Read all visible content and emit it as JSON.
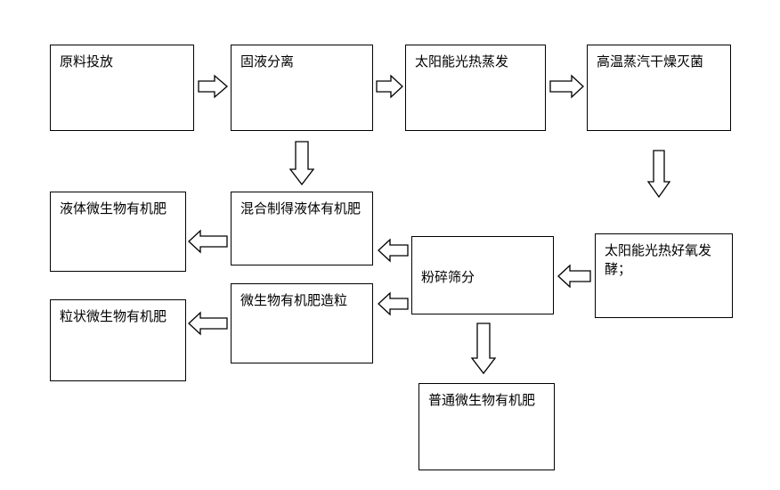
{
  "diagram": {
    "type": "flowchart",
    "nodes": [
      {
        "id": "raw-material-input",
        "label": "原料投放"
      },
      {
        "id": "solid-liquid-separation",
        "label": "固液分离"
      },
      {
        "id": "solar-photothermal-evaporation",
        "label": "太阳能光热蒸发"
      },
      {
        "id": "high-temp-steam-drying-sterilization",
        "label": "高温蒸汽干燥灭菌"
      },
      {
        "id": "solar-photothermal-aerobic-fermentation",
        "label": "太阳能光热好氧发酵；"
      },
      {
        "id": "crushing-screening",
        "label": "粉碎筛分"
      },
      {
        "id": "mixed-liquid-organic-fertilizer",
        "label": "混合制得液体有机肥"
      },
      {
        "id": "liquid-microbial-organic-fertilizer",
        "label": "液体微生物有机肥"
      },
      {
        "id": "microbial-organic-fertilizer-granulation",
        "label": "微生物有机肥造粒"
      },
      {
        "id": "granular-microbial-organic-fertilizer",
        "label": "粒状微生物有机肥"
      },
      {
        "id": "ordinary-microbial-organic-fertilizer",
        "label": "普通微生物有机肥"
      }
    ],
    "edges": [
      {
        "id": "edge-raw-to-separation",
        "from": "raw-material-input",
        "to": "solid-liquid-separation",
        "direction": "right"
      },
      {
        "id": "edge-separation-to-evaporation",
        "from": "solid-liquid-separation",
        "to": "solar-photothermal-evaporation",
        "direction": "right"
      },
      {
        "id": "edge-evaporation-to-drying",
        "from": "solar-photothermal-evaporation",
        "to": "high-temp-steam-drying-sterilization",
        "direction": "right"
      },
      {
        "id": "edge-drying-to-fermentation",
        "from": "high-temp-steam-drying-sterilization",
        "to": "solar-photothermal-aerobic-fermentation",
        "direction": "down"
      },
      {
        "id": "edge-separation-to-mixed",
        "from": "solid-liquid-separation",
        "to": "mixed-liquid-organic-fertilizer",
        "direction": "down"
      },
      {
        "id": "edge-fermentation-to-crushing",
        "from": "solar-photothermal-aerobic-fermentation",
        "to": "crushing-screening",
        "direction": "left"
      },
      {
        "id": "edge-crushing-to-mixed",
        "from": "crushing-screening",
        "to": "mixed-liquid-organic-fertilizer",
        "direction": "left"
      },
      {
        "id": "edge-crushing-to-granulation",
        "from": "crushing-screening",
        "to": "microbial-organic-fertilizer-granulation",
        "direction": "left"
      },
      {
        "id": "edge-mixed-to-liquid-product",
        "from": "mixed-liquid-organic-fertilizer",
        "to": "liquid-microbial-organic-fertilizer",
        "direction": "left"
      },
      {
        "id": "edge-granulation-to-granular-product",
        "from": "microbial-organic-fertilizer-granulation",
        "to": "granular-microbial-organic-fertilizer",
        "direction": "left"
      },
      {
        "id": "edge-crushing-to-ordinary-product",
        "from": "crushing-screening",
        "to": "ordinary-microbial-organic-fertilizer",
        "direction": "down"
      }
    ]
  }
}
